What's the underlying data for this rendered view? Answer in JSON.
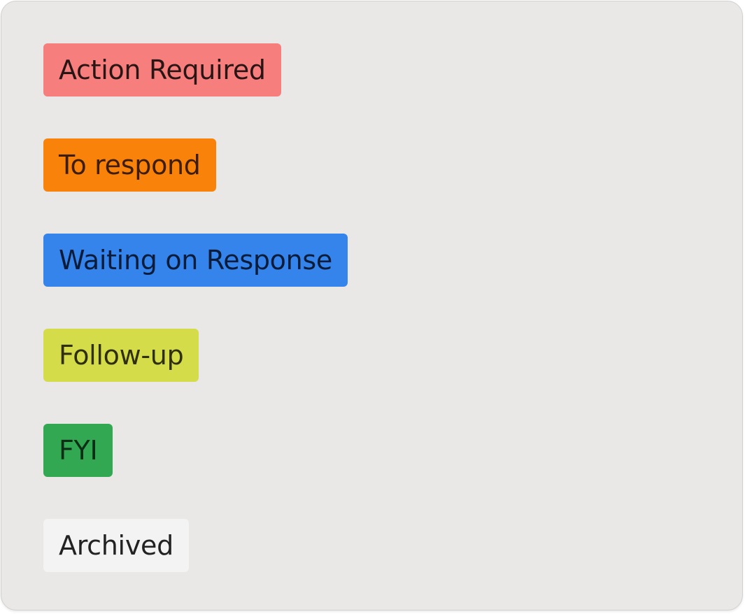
{
  "labels": [
    {
      "text": "Action Required",
      "bg": "#f67e7d",
      "fg": "#2a1515"
    },
    {
      "text": "To respond",
      "bg": "#f9820b",
      "fg": "#3d1d04"
    },
    {
      "text": "Waiting on Response",
      "bg": "#3484ec",
      "fg": "#0a1c3a"
    },
    {
      "text": "Follow-up",
      "bg": "#d5dc4a",
      "fg": "#2f2f0b"
    },
    {
      "text": "FYI",
      "bg": "#33a852",
      "fg": "#0b2e15"
    },
    {
      "text": "Archived",
      "bg": "#f3f3f3",
      "fg": "#222222"
    }
  ]
}
